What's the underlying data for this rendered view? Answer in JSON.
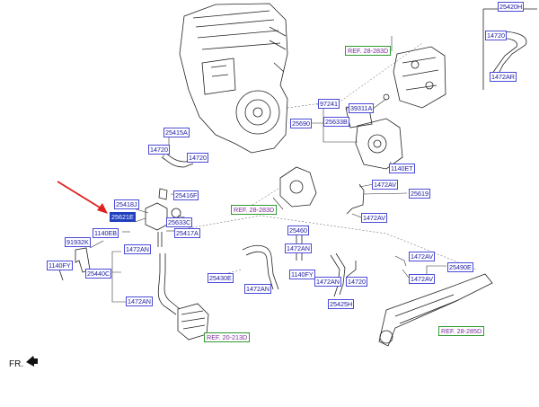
{
  "orientation": "FR.",
  "highlight_color": "#1f3fbf",
  "pointer_color": "#e02020",
  "labels": {
    "p25420h": "25420H",
    "p14720_a": "14720",
    "p14720_b": "14720",
    "p14720_c": "14720",
    "p14720_d": "14720",
    "p1472ar": "1472AR",
    "p97241": "97241",
    "p39311a": "39311A",
    "p25633b": "25633B",
    "p25690": "25690",
    "p1140et": "1140ET",
    "p25415a": "25415A",
    "p25418j": "25418J",
    "p25416f": "25416F",
    "p25621e": "25621E",
    "p25633c": "25633C",
    "p1140eb": "1140EB",
    "p25417a": "25417A",
    "p91932k": "91932K",
    "p1472an_a": "1472AN",
    "p1472an_b": "1472AN",
    "p1472an_c": "1472AN",
    "p1472an_d": "1472AN",
    "p1140fy_a": "1140FY",
    "p1140fy_b": "1140FY",
    "p25440c": "25440C",
    "p1472av_a": "1472AV",
    "p1472av_b": "1472AV",
    "p1472av_c": "1472AV",
    "p1472av_d": "1472AV",
    "p25619": "25619",
    "p25460": "25460",
    "p25430e": "25430E",
    "p25425h": "25425H",
    "p25490e": "25490E"
  },
  "refs": {
    "ref_28_283d_a": "REF. 28-283D",
    "ref_28_283d_b": "REF. 28-283D",
    "ref_20_213d": "REF. 20-213D",
    "ref_28_285d": "REF. 28-285D"
  }
}
